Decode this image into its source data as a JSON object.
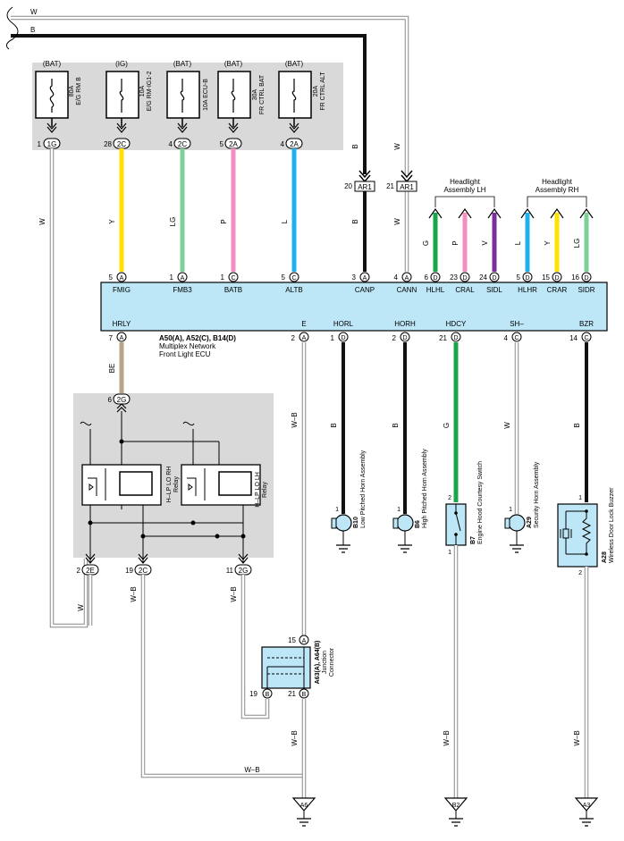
{
  "top_wires": {
    "w": "W",
    "b": "B"
  },
  "fuse_box": {
    "fuses": [
      {
        "source": "(BAT)",
        "rating": "80A",
        "name": "E/G RM B",
        "pin": "1",
        "conn": "1G",
        "wire": "W",
        "wire_color": "#ffffff"
      },
      {
        "source": "(IG)",
        "rating": "10A",
        "name": "E/G RM-IG1-2",
        "pin": "28",
        "conn": "2C",
        "wire": "Y",
        "wire_color": "#ffe000"
      },
      {
        "source": "(BAT)",
        "rating": "10A",
        "name": "ECU-B",
        "pin": "4",
        "conn": "2C",
        "wire": "LG",
        "wire_color": "#7fcf99"
      },
      {
        "source": "(BAT)",
        "rating": "30A",
        "name": "FR CTRL BAT",
        "pin": "5",
        "conn": "2A",
        "wire": "P",
        "wire_color": "#f28ec0"
      },
      {
        "source": "(BAT)",
        "rating": "20A",
        "name": "FR CTRL ALT",
        "pin": "4",
        "conn": "2A",
        "wire": "L",
        "wire_color": "#1fb0ee"
      }
    ]
  },
  "ar1": [
    {
      "pin": "20",
      "conn": "AR1",
      "wire": "B"
    },
    {
      "pin": "21",
      "conn": "AR1",
      "wire": "W"
    }
  ],
  "headlight_lh": {
    "label_line1": "Headlight",
    "label_line2": "Assembly LH"
  },
  "headlight_rh": {
    "label_line1": "Headlight",
    "label_line2": "Assembly RH"
  },
  "headlight_wires": [
    {
      "wire": "G",
      "color": "#19a64a"
    },
    {
      "wire": "P",
      "color": "#f28ec0"
    },
    {
      "wire": "V",
      "color": "#7b2f9b"
    },
    {
      "wire": "L",
      "color": "#1fb0ee"
    },
    {
      "wire": "Y",
      "color": "#ffe000"
    },
    {
      "wire": "LG",
      "color": "#7fcf99"
    }
  ],
  "ecu": {
    "line1": "A50(A), A52(C), B14(D)",
    "line2": "Multiplex Network",
    "line3": "Front Light ECU",
    "top_pins": [
      {
        "pin": "5",
        "conn": "A",
        "label": "FMIG"
      },
      {
        "pin": "1",
        "conn": "A",
        "label": "FMB3"
      },
      {
        "pin": "1",
        "conn": "C",
        "label": "BATB"
      },
      {
        "pin": "5",
        "conn": "C",
        "label": "ALTB"
      },
      {
        "pin": "3",
        "conn": "A",
        "label": "CANP"
      },
      {
        "pin": "4",
        "conn": "A",
        "label": "CANN"
      },
      {
        "pin": "6",
        "conn": "D",
        "label": "HLHL"
      },
      {
        "pin": "23",
        "conn": "D",
        "label": "CRAL"
      },
      {
        "pin": "24",
        "conn": "D",
        "label": "SIDL"
      },
      {
        "pin": "5",
        "conn": "D",
        "label": "HLHR"
      },
      {
        "pin": "15",
        "conn": "D",
        "label": "CRAR"
      },
      {
        "pin": "16",
        "conn": "D",
        "label": "SIDR"
      }
    ],
    "bottom_pins": [
      {
        "pin": "7",
        "conn": "A",
        "label": "HRLY"
      },
      {
        "pin": "2",
        "conn": "A",
        "label": "E"
      },
      {
        "pin": "1",
        "conn": "D",
        "label": "HORL"
      },
      {
        "pin": "2",
        "conn": "D",
        "label": "HORH"
      },
      {
        "pin": "21",
        "conn": "D",
        "label": "HDCY"
      },
      {
        "pin": "4",
        "conn": "C",
        "label": "SH–"
      },
      {
        "pin": "14",
        "conn": "C",
        "label": "BZR"
      }
    ]
  },
  "relay_box": {
    "in_pin": "6",
    "in_conn": "2G",
    "in_wire": "BE",
    "relay_rh": {
      "line1": "H–LP LO RH",
      "line2": "Relay"
    },
    "relay_lh": {
      "line1": "H–LP LO LH",
      "line2": "Relay"
    },
    "out": [
      {
        "pin": "2",
        "conn": "2E",
        "wire": "W"
      },
      {
        "pin": "19",
        "conn": "2C",
        "wire": "W–B"
      },
      {
        "pin": "11",
        "conn": "2G",
        "wire": "W–B"
      }
    ]
  },
  "e_wire": "W–B",
  "junction": {
    "line1": "A63(A), A64(B)",
    "line2": "Junction",
    "line3": "Connector",
    "pin_top": "15",
    "conn_top": "A",
    "pin_left": "19",
    "conn_left": "B",
    "pin_right": "21",
    "conn_right": "B",
    "out_wire": "W–B",
    "bottom_wire": "W–B"
  },
  "devices": [
    {
      "id": "B10",
      "name": "Low Pitched Horn Assembly",
      "pin": "1",
      "wire": "B"
    },
    {
      "id": "B6",
      "name": "High Pitched Horn Assembly",
      "pin": "1",
      "wire": "B"
    },
    {
      "id": "B7",
      "name": "Engine Hood Courtesy Switch",
      "pin_top": "2",
      "pin_bottom": "1",
      "wire": "G",
      "ground_wire": "W–B"
    },
    {
      "id": "A29",
      "name": "Security Horn Assembly",
      "pin": "1",
      "wire": "W"
    },
    {
      "id": "A28",
      "name": "Wireless Door Lock Buzzer",
      "pin_top": "1",
      "pin_bottom": "2",
      "wire": "B",
      "ground_wire": "W–B"
    }
  ],
  "grounds": [
    "A6",
    "B2",
    "A3"
  ]
}
